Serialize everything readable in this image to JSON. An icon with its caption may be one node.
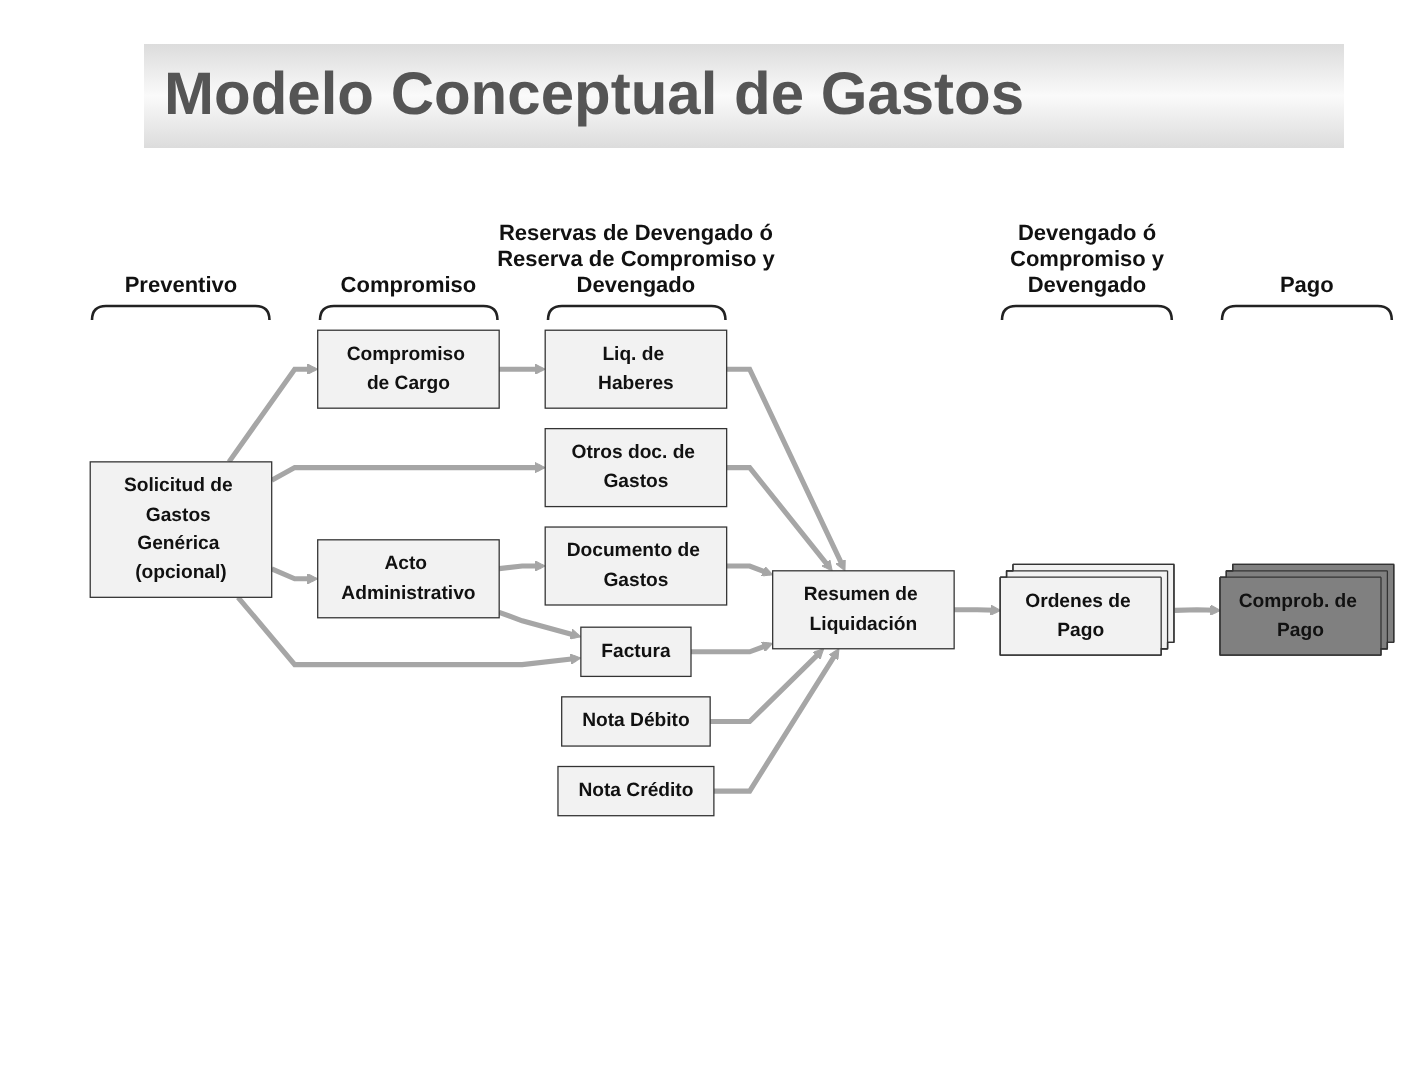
{
  "diagram": {
    "title": "Modelo Conceptual de Gastos",
    "nodes": [
      {
        "text": [
          "Solicitud de Gastos Genérica (opcional)"
        ]
      },
      {
        "text": [
          "Compromiso de Cargo"
        ]
      },
      {
        "text": [
          "Acto Administrativo"
        ]
      },
      {
        "text": [
          "Liq. de Haberes"
        ]
      },
      {
        "text": [
          "Otros doc. de Gastos"
        ]
      },
      {
        "text": [
          "Documento de Gastos"
        ]
      },
      {
        "text": [
          "Factura"
        ]
      },
      {
        "text": [
          "Nota Débito"
        ]
      },
      {
        "text": [
          "Nota Crédito"
        ]
      },
      {
        "text": [
          "Resumen de Liquidación"
        ]
      },
      {
        "text": [
          "Ordenes de Pago"
        ]
      },
      {
        "text": [
          "Comprob. de Pago"
        ]
      }
    ],
    "edges": [
      {
        "from": 0,
        "to": 1,
        "arrow": "to"
      },
      {
        "from": 0,
        "to": 4,
        "arrow": "to"
      },
      {
        "from": 0,
        "to": 2,
        "arrow": "to"
      },
      {
        "from": 0,
        "to": 6,
        "arrow": "to"
      },
      {
        "from": 1,
        "to": 3,
        "arrow": "to"
      },
      {
        "from": 2,
        "to": 5,
        "arrow": "to"
      },
      {
        "from": 2,
        "to": 6,
        "arrow": "to"
      },
      {
        "from": 3,
        "to": 9,
        "arrow": "to"
      },
      {
        "from": 4,
        "to": 9,
        "arrow": "to"
      },
      {
        "from": 5,
        "to": 9,
        "arrow": "to"
      },
      {
        "from": 6,
        "to": 9,
        "arrow": "to"
      },
      {
        "from": 7,
        "to": 9,
        "arrow": "to"
      },
      {
        "from": 8,
        "to": 9,
        "arrow": "to"
      },
      {
        "from": 9,
        "to": 10,
        "arrow": "to"
      },
      {
        "from": 10,
        "to": 11,
        "arrow": "to"
      }
    ],
    "labels": [
      "Preventivo",
      "Compromiso",
      "Reservas de Devengado ó Reserva de Compromiso y Devengado",
      "Devengado ó Compromiso y Devengado",
      "Pago"
    ]
  }
}
